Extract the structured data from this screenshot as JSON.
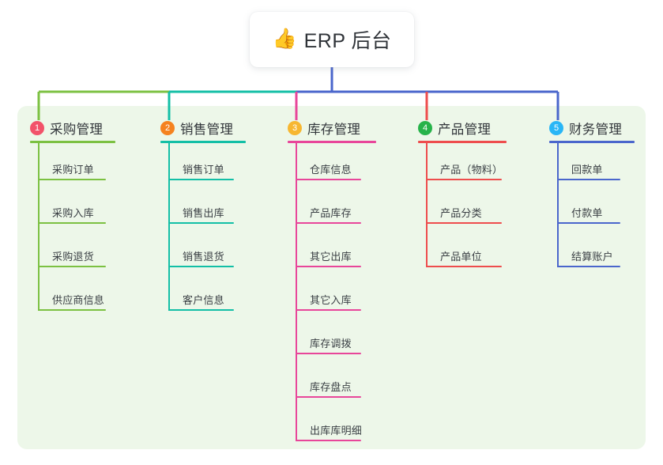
{
  "diagram": {
    "type": "mind-map",
    "title": "ERP 后台",
    "root": {
      "icon": "thumbs-up-icon",
      "icon_glyph": "👍",
      "label": "ERP 后台"
    },
    "panel_color": "#edf7e9",
    "background_color": "#ffffff",
    "branches": [
      {
        "number": "1",
        "label": "采购管理",
        "color": "#7cc142",
        "badge_color": "#f2526a",
        "items": [
          "采购订单",
          "采购入库",
          "采购退货",
          "供应商信息"
        ]
      },
      {
        "number": "2",
        "label": "销售管理",
        "color": "#13bfa6",
        "badge_color": "#f5821f",
        "items": [
          "销售订单",
          "销售出库",
          "销售退货",
          "客户信息"
        ]
      },
      {
        "number": "3",
        "label": "库存管理",
        "color": "#e8469a",
        "badge_color": "#f7b731",
        "items": [
          "仓库信息",
          "产品库存",
          "其它出库",
          "其它入库",
          "库存调拨",
          "库存盘点",
          "出库库明细"
        ]
      },
      {
        "number": "4",
        "label": "产品管理",
        "color": "#ee4d4d",
        "badge_color": "#27b34a",
        "items": [
          "产品（物料）",
          "产品分类",
          "产品单位"
        ]
      },
      {
        "number": "5",
        "label": "财务管理",
        "color": "#4a66cc",
        "badge_color": "#29b6f6",
        "items": [
          "回款单",
          "付款单",
          "结算账户"
        ]
      }
    ],
    "connector_segments": [
      {
        "name": "root-stem",
        "color": "#4a66cc"
      },
      {
        "name": "bus-segment-1",
        "color": "#7cc142"
      },
      {
        "name": "bus-segment-2",
        "color": "#13bfa6"
      },
      {
        "name": "bus-segment-3",
        "color": "#4a66cc"
      }
    ]
  }
}
